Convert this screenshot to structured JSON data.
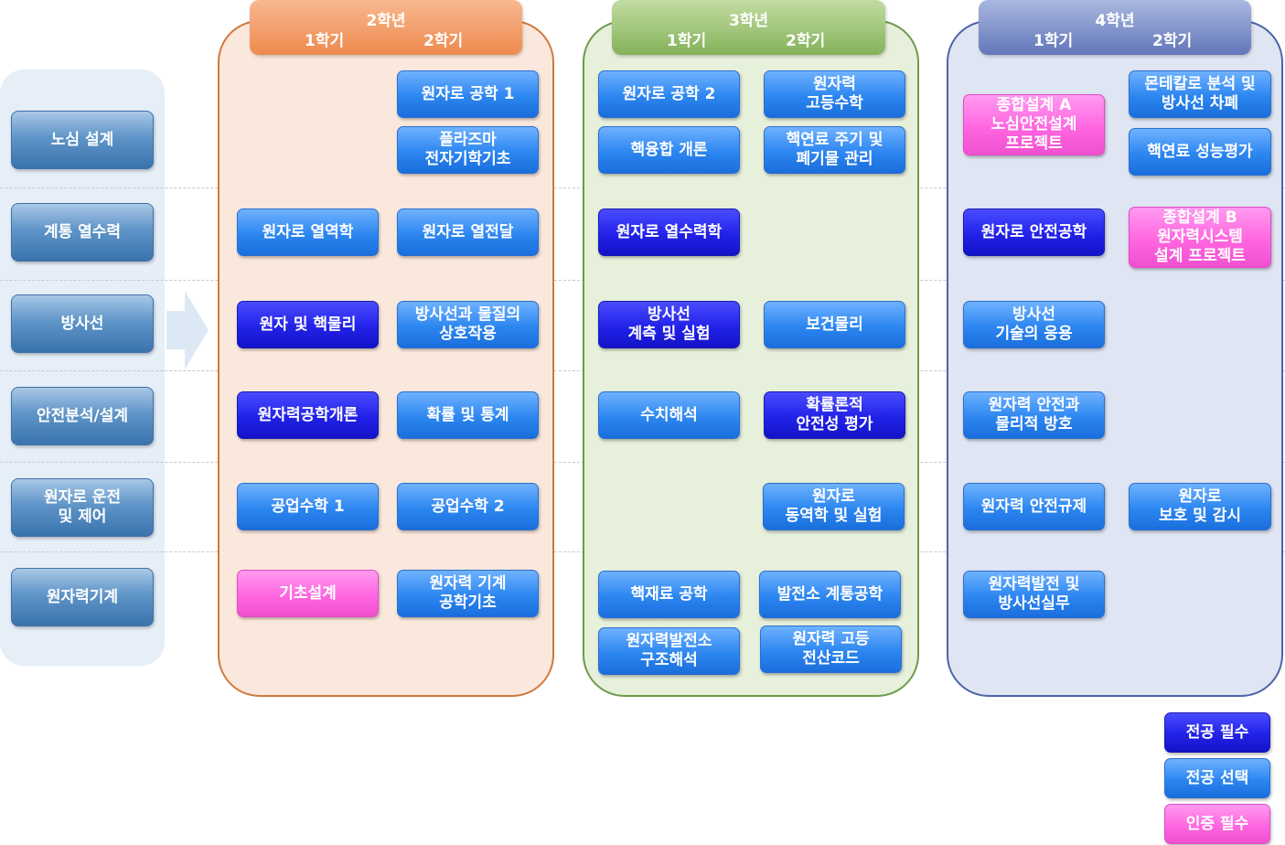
{
  "categories": [
    "노심 설계",
    "계통 열수력",
    "방사선",
    "안전분석/설계",
    "원자로 운전\n및 제어",
    "원자력기계"
  ],
  "years": [
    {
      "title": "2학년",
      "sem1": "1학기",
      "sem2": "2학기"
    },
    {
      "title": "3학년",
      "sem1": "1학기",
      "sem2": "2학기"
    },
    {
      "title": "4학년",
      "sem1": "1학기",
      "sem2": "2학기"
    }
  ],
  "courses": {
    "y2": [
      "원자로 공학 1",
      "플라즈마\n전자기학기초",
      "원자로 열역학",
      "원자로 열전달",
      "원자 및 핵물리",
      "방사선과 물질의\n상호작용",
      "원자력공학개론",
      "확률 및 통계",
      "공업수학 1",
      "공업수학 2",
      "기초설계",
      "원자력 기계\n공학기초"
    ],
    "y3": [
      "원자로 공학 2",
      "원자력\n고등수학",
      "핵융합 개론",
      "핵연료 주기 및\n폐기물 관리",
      "원자로 열수력학",
      "방사선\n계측 및 실험",
      "보건물리",
      "수치해석",
      "확률론적\n안전성 평가",
      "원자로\n동역학 및 실험",
      "핵재료 공학",
      "발전소 계통공학",
      "원자력발전소\n구조해석",
      "원자력 고등\n전산코드"
    ],
    "y4": [
      "종합설계 A\n노심안전설계\n프로젝트",
      "몬테칼로 분석 및\n방사선 차폐",
      "핵연료 성능평가",
      "원자로 안전공학",
      "종합설계 B\n원자력시스템\n설계 프로젝트",
      "방사선\n기술의 응용",
      "원자력 안전과\n물리적 방호",
      "원자력 안전규제",
      "원자로\n보호 및 감시",
      "원자력발전 및\n방사선실무"
    ]
  },
  "legend": {
    "required": "전공 필수",
    "elective": "전공 선택",
    "certification": "인증 필수"
  },
  "colors": {
    "required": "#2222e8",
    "elective": "#2c86f0",
    "certification": "#ff66e0"
  }
}
